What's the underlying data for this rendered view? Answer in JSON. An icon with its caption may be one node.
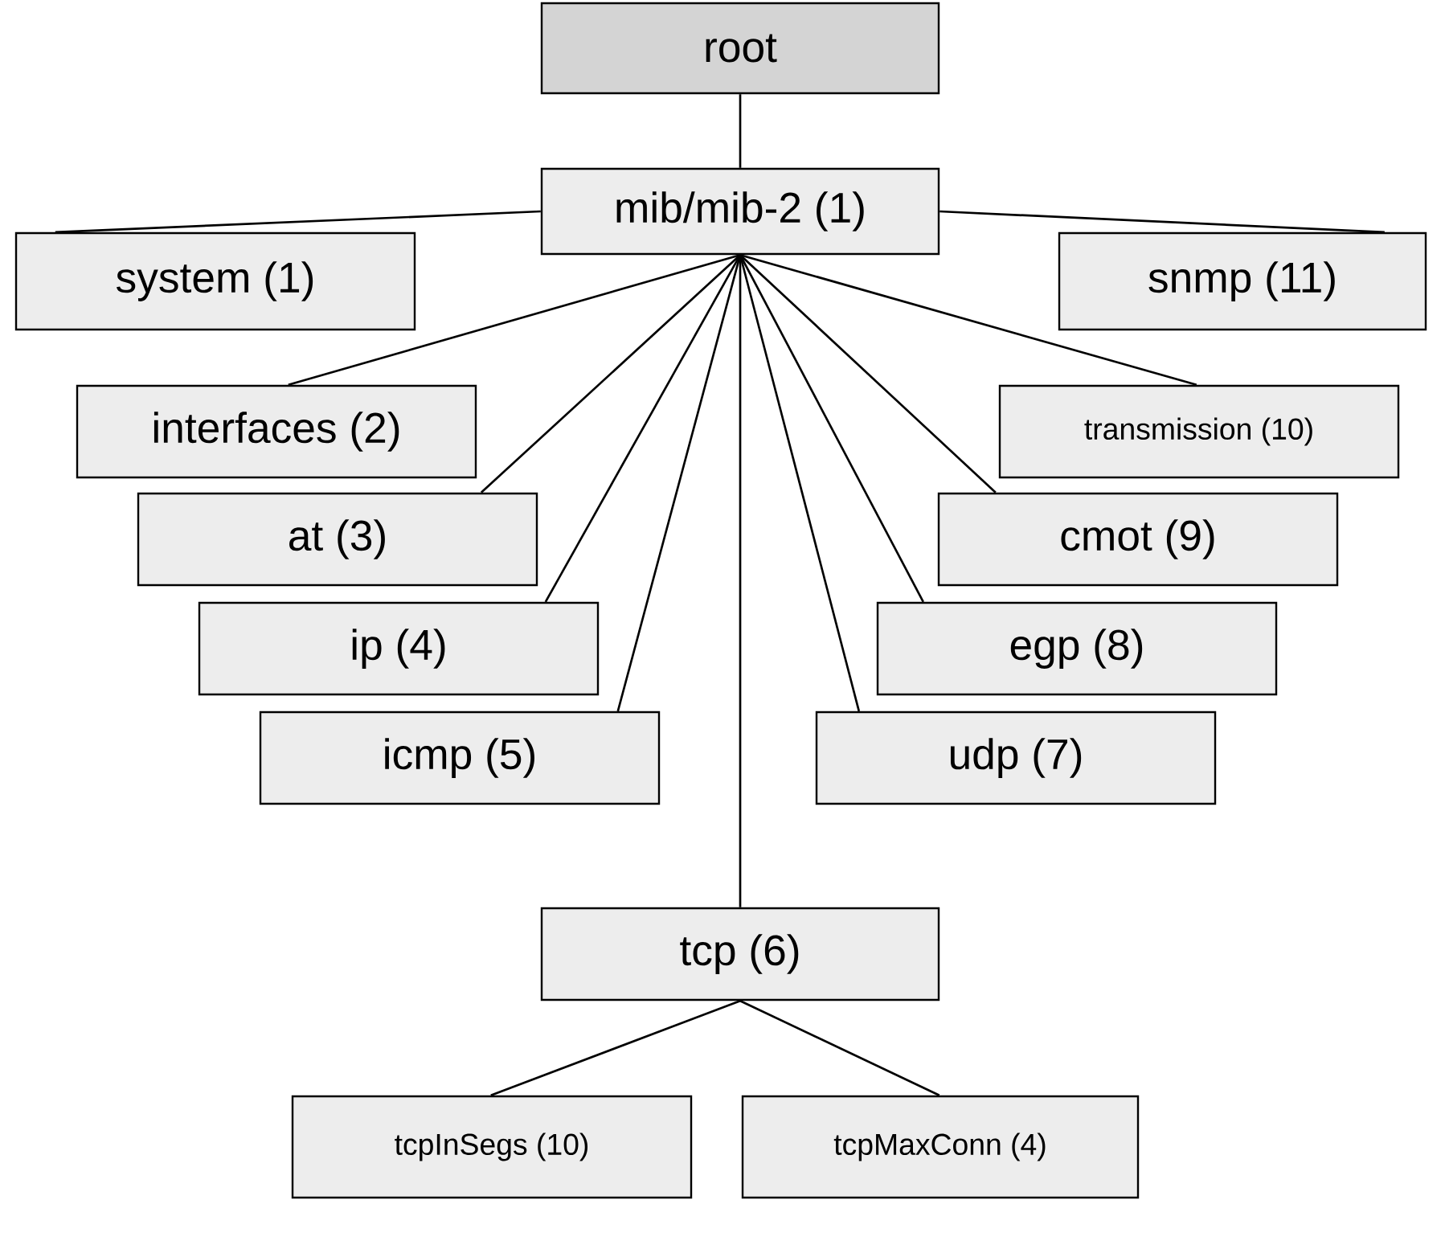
{
  "diagram": {
    "nodes": [
      {
        "text": [
          "root"
        ]
      },
      {
        "text": [
          "mib/mib-2 (1)"
        ]
      },
      {
        "text": [
          "system (1)"
        ]
      },
      {
        "text": [
          "snmp (11)"
        ]
      },
      {
        "text": [
          "interfaces (2)"
        ]
      },
      {
        "text": [
          "transmission (10)"
        ]
      },
      {
        "text": [
          "at (3)"
        ]
      },
      {
        "text": [
          "cmot (9)"
        ]
      },
      {
        "text": [
          "ip (4)"
        ]
      },
      {
        "text": [
          "egp (8)"
        ]
      },
      {
        "text": [
          "icmp (5)"
        ]
      },
      {
        "text": [
          "udp (7)"
        ]
      },
      {
        "text": [
          "tcp (6)"
        ]
      },
      {
        "text": [
          "tcpInSegs (10)"
        ]
      },
      {
        "text": [
          "tcpMaxConn (4)"
        ]
      }
    ],
    "edges": [
      {
        "from": 0,
        "to": 1,
        "arrow": "none"
      },
      {
        "from": 1,
        "to": 2,
        "arrow": "none"
      },
      {
        "from": 1,
        "to": 3,
        "arrow": "none"
      },
      {
        "from": 1,
        "to": 4,
        "arrow": "none"
      },
      {
        "from": 1,
        "to": 5,
        "arrow": "none"
      },
      {
        "from": 1,
        "to": 6,
        "arrow": "none"
      },
      {
        "from": 1,
        "to": 7,
        "arrow": "none"
      },
      {
        "from": 1,
        "to": 8,
        "arrow": "none"
      },
      {
        "from": 1,
        "to": 9,
        "arrow": "none"
      },
      {
        "from": 1,
        "to": 10,
        "arrow": "none"
      },
      {
        "from": 1,
        "to": 11,
        "arrow": "none"
      },
      {
        "from": 1,
        "to": 12,
        "arrow": "none"
      },
      {
        "from": 12,
        "to": 13,
        "arrow": "none"
      },
      {
        "from": 12,
        "to": 14,
        "arrow": "none"
      }
    ]
  }
}
